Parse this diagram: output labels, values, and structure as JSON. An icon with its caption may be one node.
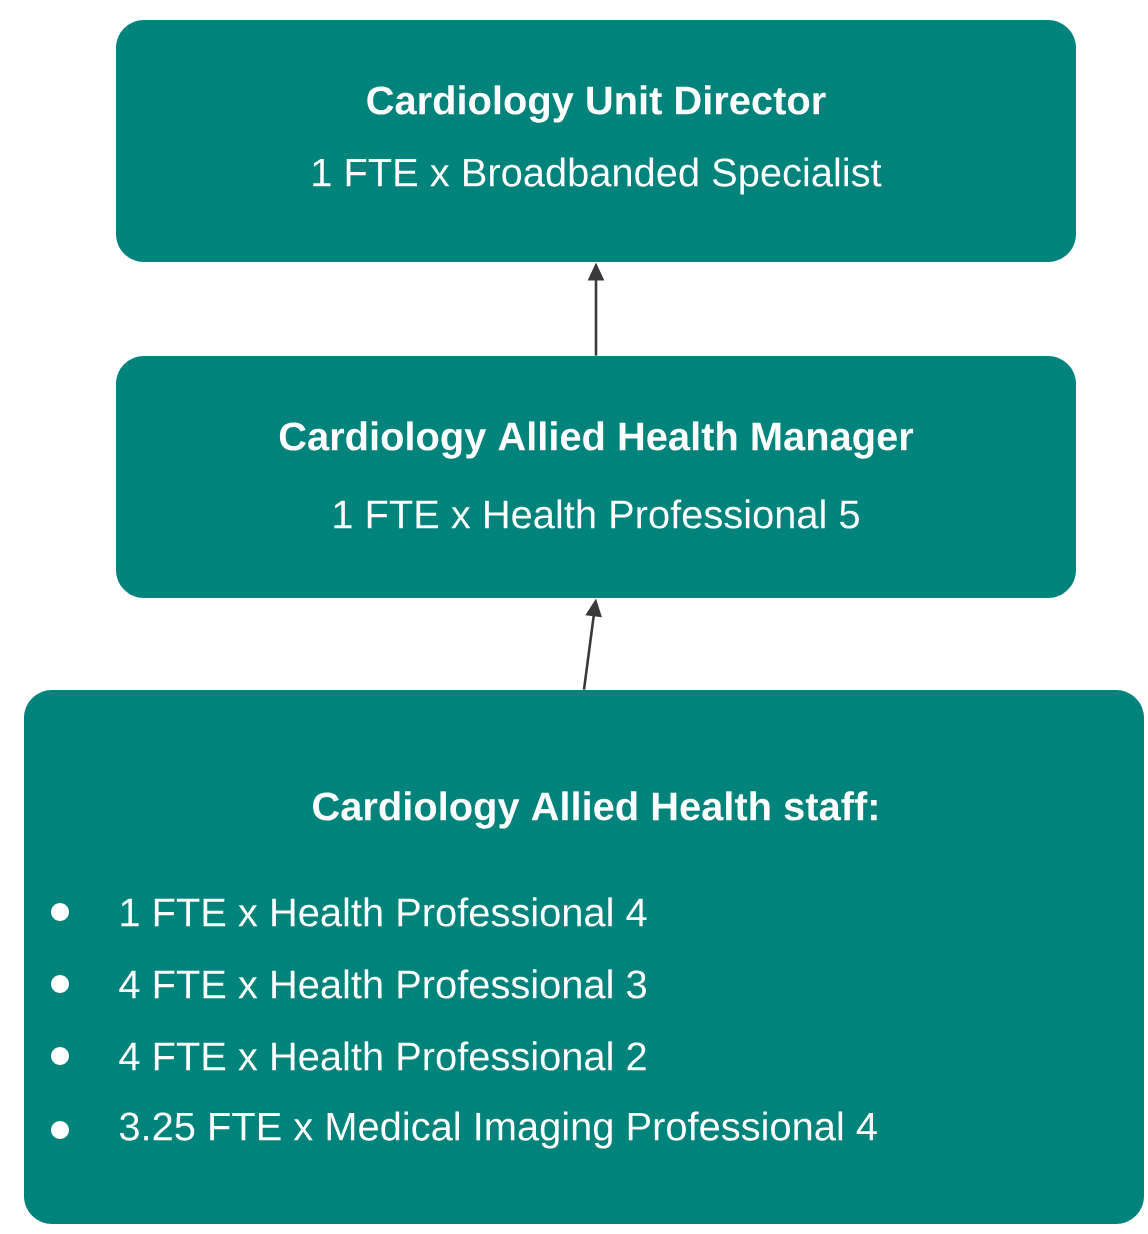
{
  "diagram": {
    "nodes": [
      {
        "text": [
          "Cardiology Unit Director",
          "1 FTE x Broadbanded Specialist"
        ]
      },
      {
        "text": [
          "Cardiology Allied Health Manager",
          "1 FTE x Health Professional 5"
        ]
      },
      {
        "text": [
          "Cardiology Allied Health staff:",
          "1 FTE x Health Professional 4",
          "4 FTE x Health Professional 3",
          "4 FTE x Health Professional 2",
          "3.25 FTE x Medical Imaging Professional 4"
        ]
      }
    ],
    "edges": [
      {
        "from": 1,
        "to": 0,
        "arrow": "to"
      },
      {
        "from": 2,
        "to": 1,
        "arrow": "to"
      }
    ]
  }
}
